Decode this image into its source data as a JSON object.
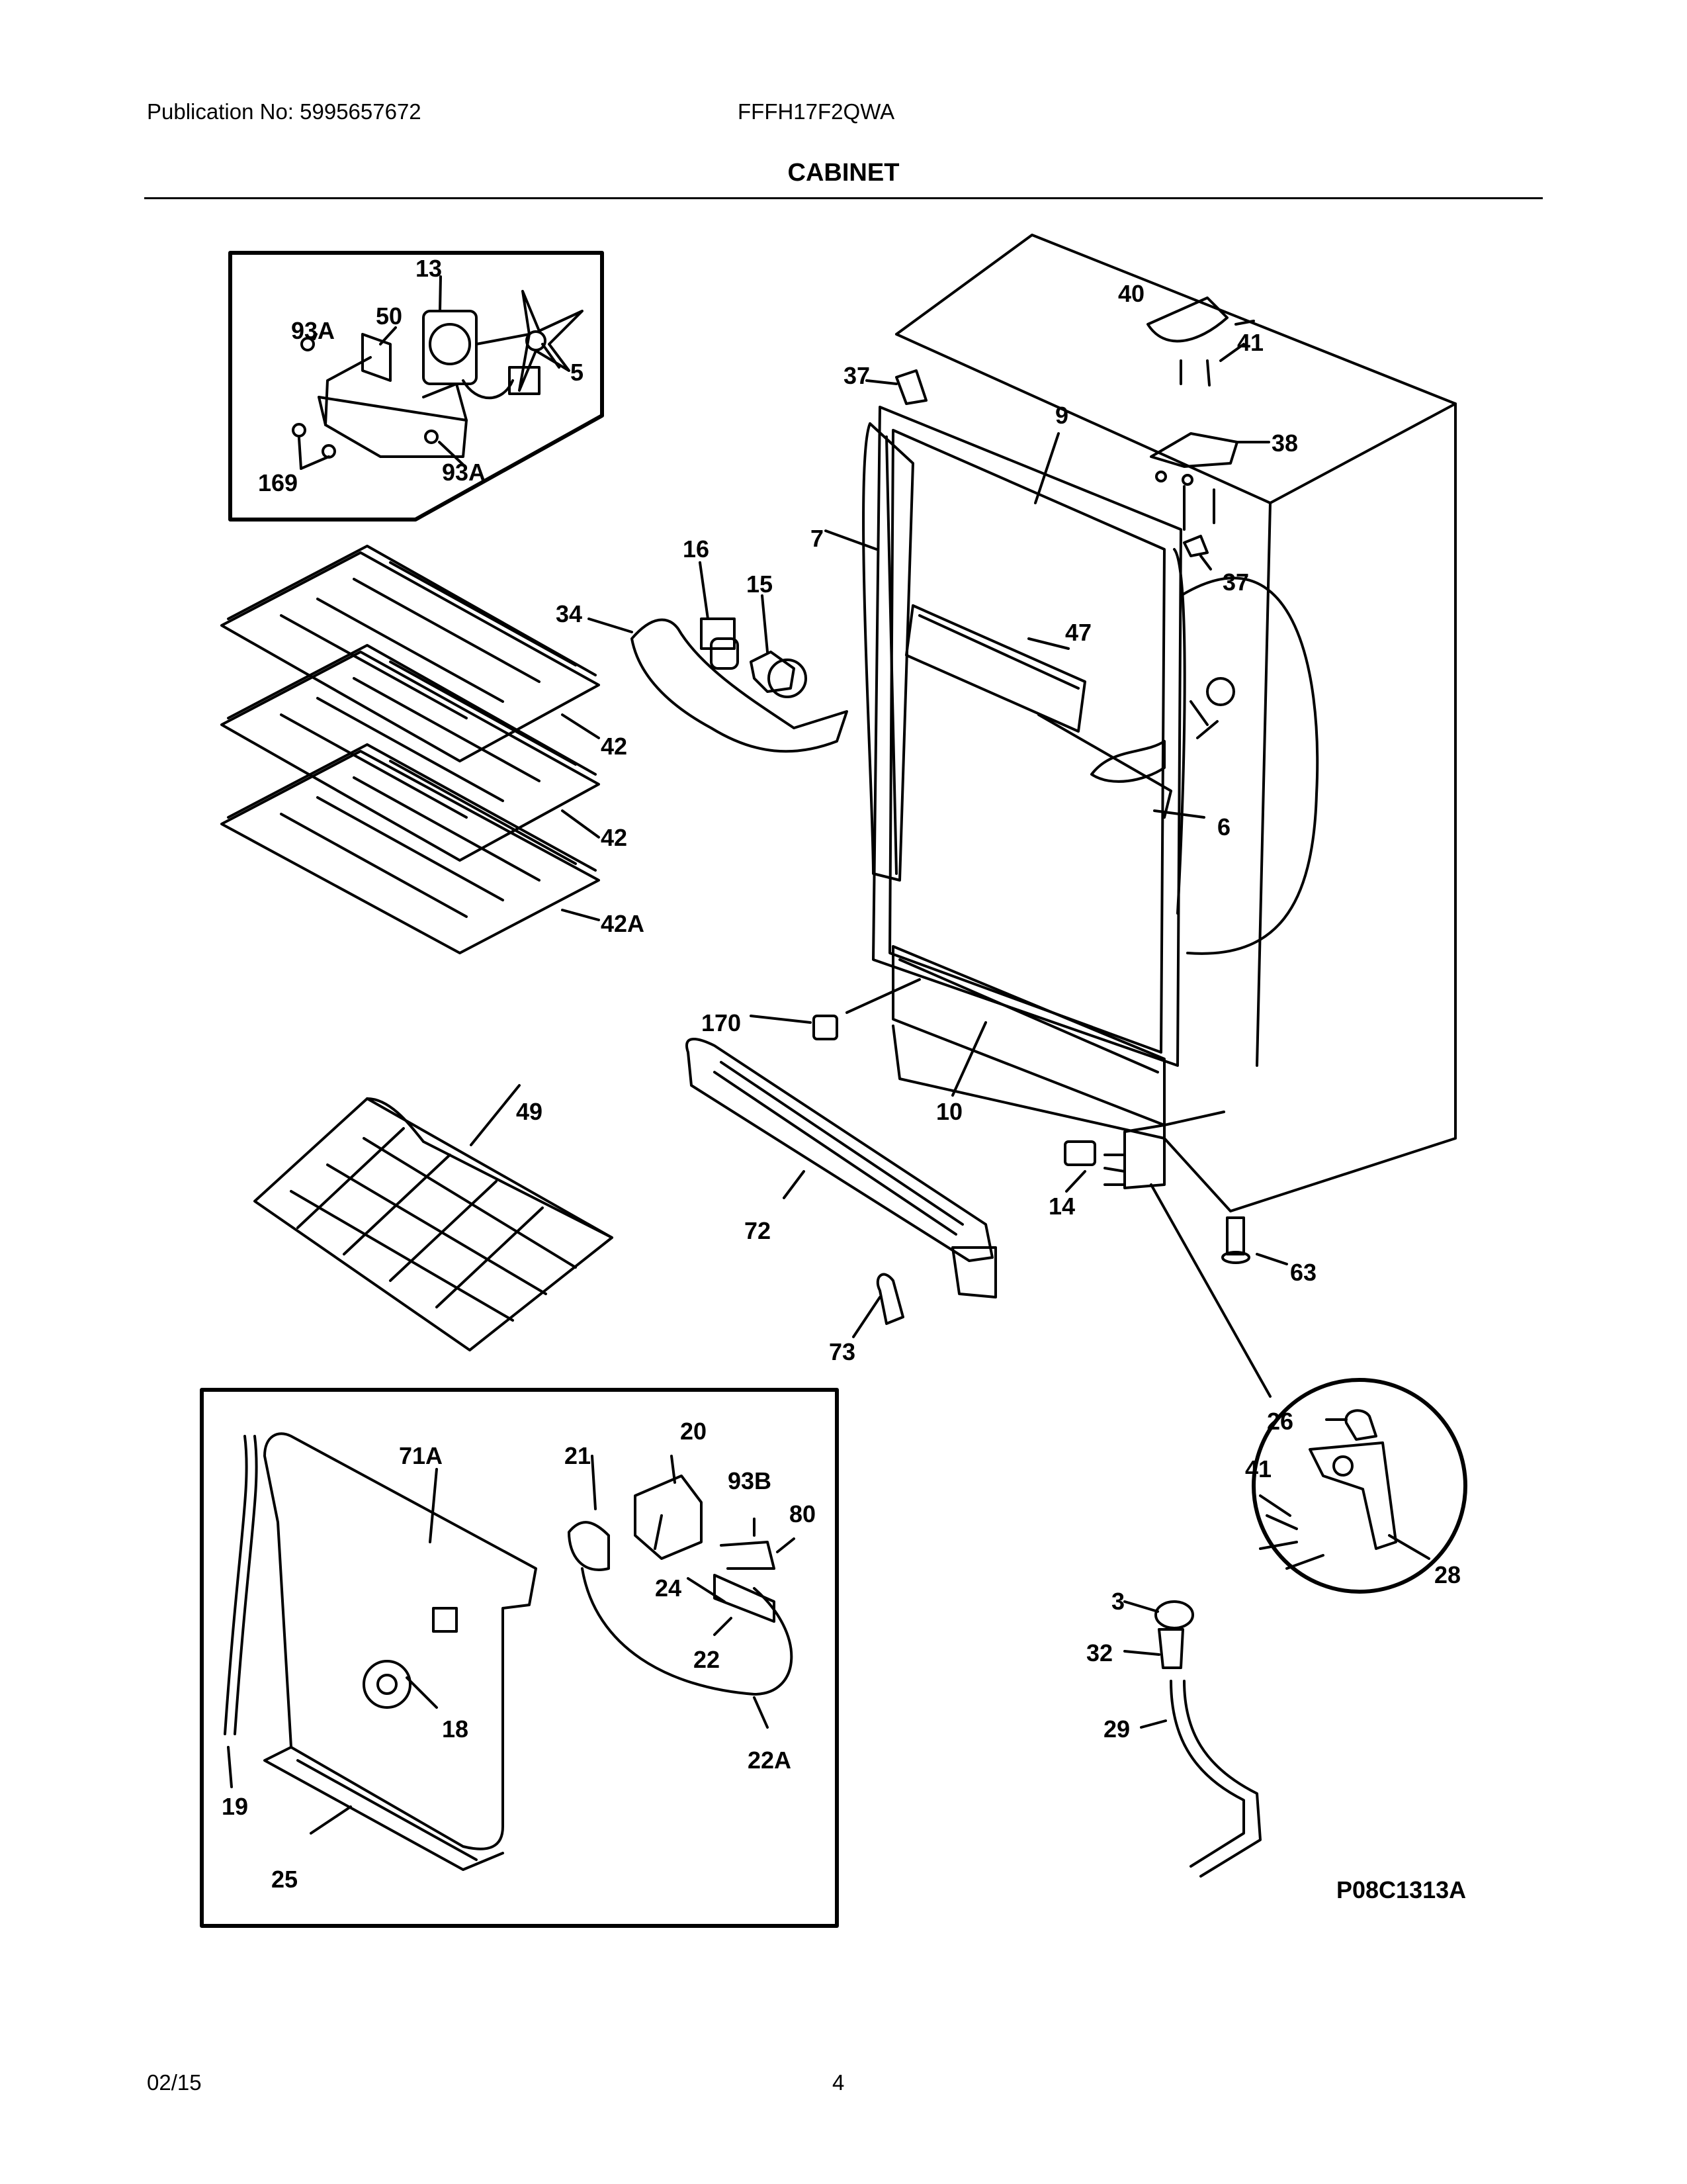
{
  "header": {
    "publication": "Publication No: 5995657672",
    "model": "FFFH17F2QWA",
    "section_title": "CABINET"
  },
  "diagram": {
    "drawing_code": "P08C1313A",
    "callouts": {
      "c13": "13",
      "c50": "50",
      "c93a_1": "93A",
      "c5": "5",
      "c169": "169",
      "c93a_2": "93A",
      "c37_1": "37",
      "c40": "40",
      "c41_1": "41",
      "c9": "9",
      "c38": "38",
      "c37_2": "37",
      "c7": "7",
      "c16": "16",
      "c15": "15",
      "c34": "34",
      "c47": "47",
      "c6": "6",
      "c42_1": "42",
      "c42_2": "42",
      "c42a": "42A",
      "c170": "170",
      "c10": "10",
      "c49": "49",
      "c72": "72",
      "c14": "14",
      "c63": "63",
      "c73": "73",
      "c20": "20",
      "c71a": "71A",
      "c21": "21",
      "c93b": "93B",
      "c80": "80",
      "c24": "24",
      "c22": "22",
      "c18": "18",
      "c22a": "22A",
      "c19": "19",
      "c25": "25",
      "c26": "26",
      "c41_2": "41",
      "c28": "28",
      "c3": "3",
      "c32": "32",
      "c29": "29"
    }
  },
  "footer": {
    "date": "02/15",
    "page": "4"
  }
}
